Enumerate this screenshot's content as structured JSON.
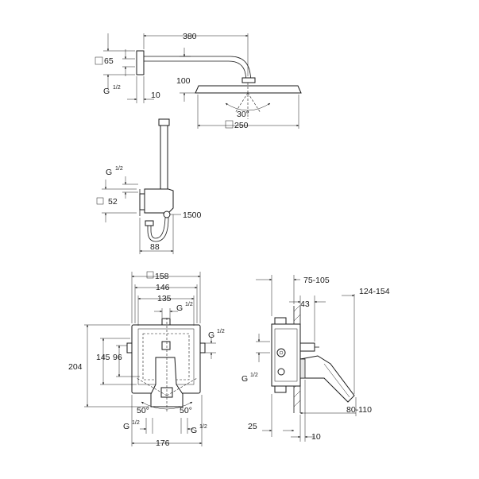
{
  "shower_head": {
    "dim_width": "380",
    "dim_flange": "65",
    "dim_height": "100",
    "dim_wall": "10",
    "dim_angle": "30°",
    "dim_head": "250",
    "thread": "G",
    "thread_frac": "1/2"
  },
  "hand_shower": {
    "dim_height": "52",
    "dim_hose": "1500",
    "dim_depth": "88",
    "thread": "G",
    "thread_frac": "1/2"
  },
  "mixer_front": {
    "dim_cover": "158",
    "dim_146": "146",
    "dim_135": "135",
    "dim_height": "204",
    "dim_145": "145",
    "dim_96": "96",
    "dim_angle_left": "50°",
    "dim_angle_right": "50°",
    "dim_176": "176",
    "thread": "G",
    "thread_frac": "1/2"
  },
  "mixer_side": {
    "dim_75_105": "75-105",
    "dim_43": "43",
    "dim_124_154": "124-154",
    "dim_80_110": "80-110",
    "dim_25": "25",
    "dim_10": "10",
    "thread": "G",
    "thread_frac": "1/2"
  }
}
